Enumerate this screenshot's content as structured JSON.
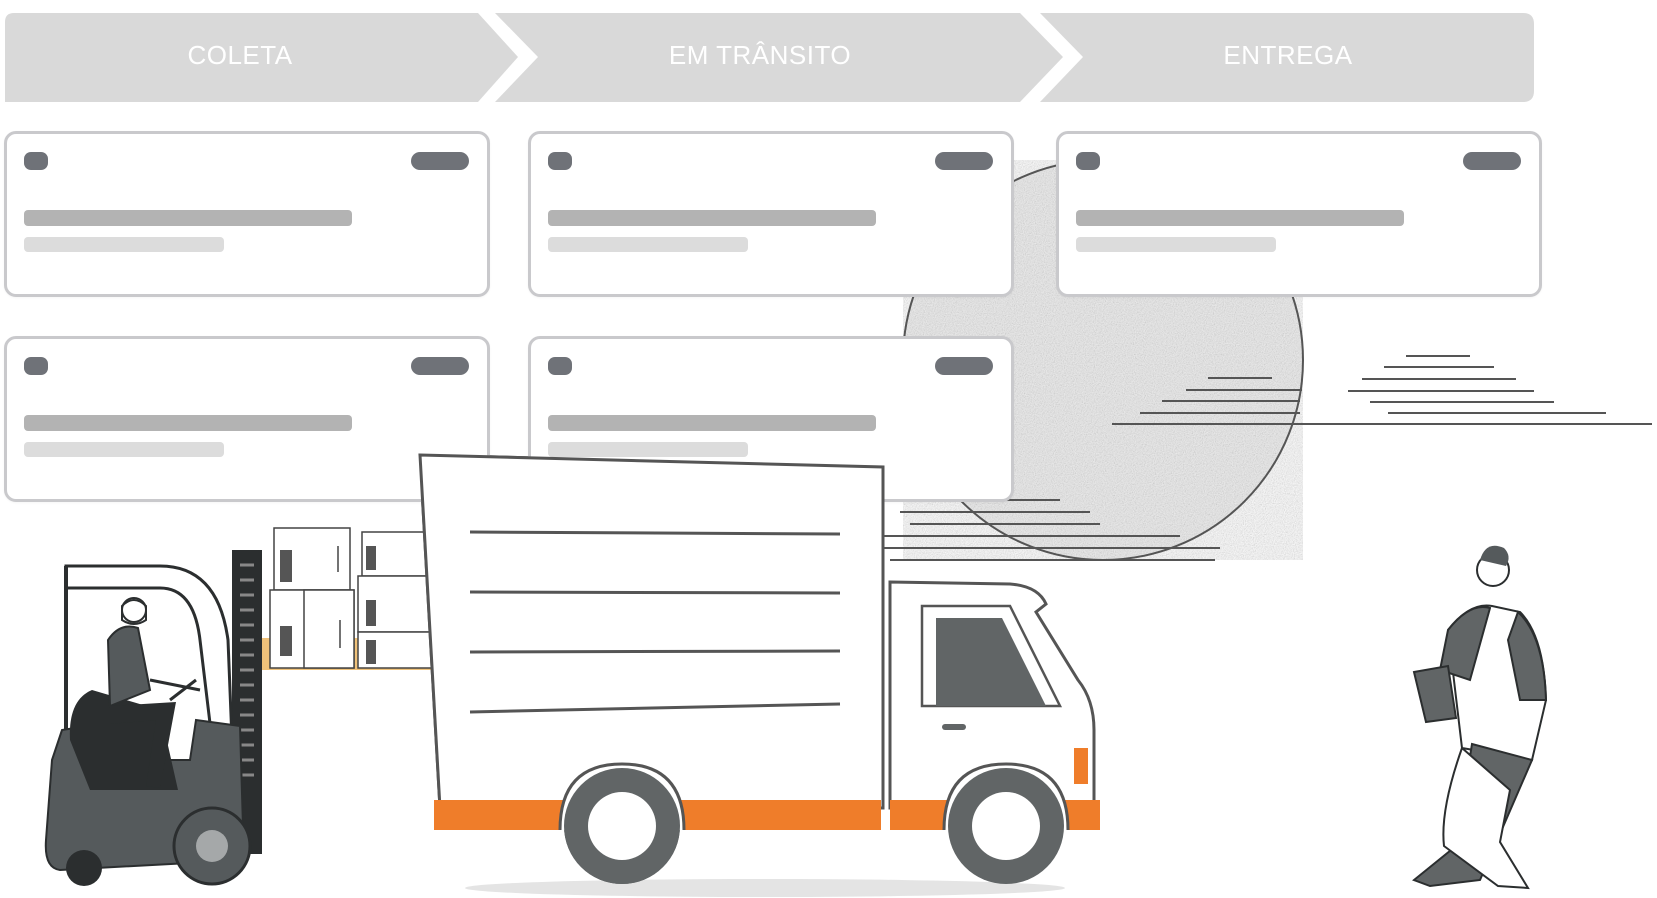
{
  "colors": {
    "step_bar": "#d9d9d9",
    "step_text": "#ffffff",
    "card_border": "#c9c9cc",
    "skeleton_dark": "#6f7278",
    "skeleton_mid": "#b3b3b3",
    "skeleton_light": "#dcdcdc",
    "accent_orange": "#ef7d2a",
    "pallet": "#f0c27a",
    "dark_gray": "#616566"
  },
  "steps": [
    {
      "label": "COLETA"
    },
    {
      "label": "EM TRÂNSITO"
    },
    {
      "label": "ENTREGA"
    }
  ],
  "columns": [
    {
      "step": "COLETA",
      "card_count": 2
    },
    {
      "step": "EM TRÂNSITO",
      "card_count": 2
    },
    {
      "step": "ENTREGA",
      "card_count": 1
    }
  ]
}
